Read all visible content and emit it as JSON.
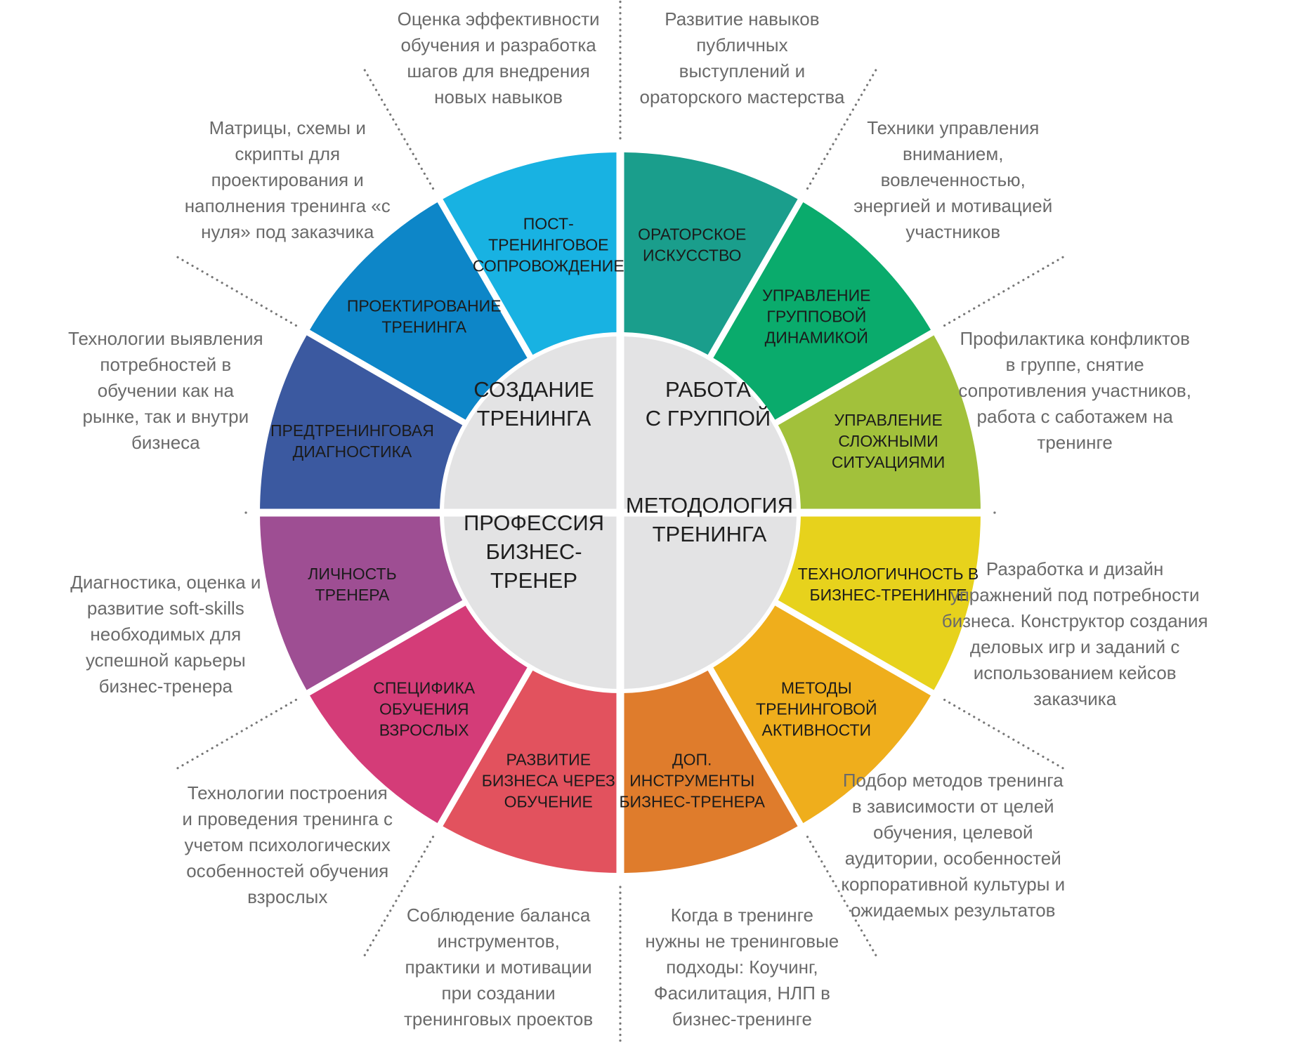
{
  "quadrants": [
    {
      "label": "СОЗДАНИЕ\nТРЕНИНГА"
    },
    {
      "label": "РАБОТА\nС ГРУППОЙ"
    },
    {
      "label": "ПРОФЕССИЯ\nБИЗНЕС-\nТРЕНЕР"
    },
    {
      "label": "МЕТОДОЛОГИЯ\nТРЕНИНГА"
    }
  ],
  "segments": [
    {
      "label": "ОРАТОРСКОЕ\nИСКУССТВО",
      "color": "#1a9e8c",
      "annotation": "Развитие навыков\nпубличных\nвыступлений и\nораторского мастерства"
    },
    {
      "label": "УПРАВЛЕНИЕ\nГРУППОВОЙ\nДИНАМИКОЙ",
      "color": "#0aab6c",
      "annotation": "Техники управления\nвниманием,\nвовлеченностью,\nэнергией и мотивацией\nучастников"
    },
    {
      "label": "УПРАВЛЕНИЕ\nСЛОЖНЫМИ\nСИТУАЦИЯМИ",
      "color": "#a2c13b",
      "annotation": "Профилактика конфликтов\nв группе, снятие\nсопротивления участников,\nработа с саботажем на\nтренинге"
    },
    {
      "label": "ТЕХНОЛОГИЧНОСТЬ В\nБИЗНЕС-ТРЕНИНГЕ",
      "color": "#e7d21c",
      "annotation": "Разработка и дизайн\nупражнений под потребности\nбизнеса. Конструктор создания\nделовых игр и заданий с\nиспользованием кейсов\nзаказчика"
    },
    {
      "label": "МЕТОДЫ\nТРЕНИНГОВОЙ\nАКТИВНОСТИ",
      "color": "#efae1c",
      "annotation": "Подбор методов тренинга\nв зависимости от целей\nобучения, целевой\nаудитории, особенностей\nкорпоративной культуры и\nожидаемых результатов"
    },
    {
      "label": "ДОП.\nИНСТРУМЕНТЫ\nБИЗНЕС-ТРЕНЕРА",
      "color": "#df7c2c",
      "annotation": "Когда в тренинге\nнужны не тренинговые\nподходы: Коучинг,\nФасилитация, НЛП в\nбизнес-тренинге"
    },
    {
      "label": "РАЗВИТИЕ\nБИЗНЕСА ЧЕРЕЗ\nОБУЧЕНИЕ",
      "color": "#e2525e",
      "annotation": "Соблюдение баланса\nинструментов,\nпрактики и мотивации\nпри создании\nтренинговых проектов"
    },
    {
      "label": "СПЕЦИФИКА\nОБУЧЕНИЯ\nВЗРОСЛЫХ",
      "color": "#d43c78",
      "annotation": "Технологии построения\nи проведения тренинга с\nучетом психологических\nособенностей обучения\nвзрослых"
    },
    {
      "label": "ЛИЧНОСТЬ\nТРЕНЕРА",
      "color": "#9e4e93",
      "annotation": "Диагностика, оценка и\nразвитие soft-skills\nнеобходимых для\nуспешной карьеры\nбизнес-тренера"
    },
    {
      "label": "ПРЕДТРЕНИНГОВАЯ\nДИАГНОСТИКА",
      "color": "#3b59a0",
      "annotation": "Технологии выявления\nпотребностей в\nобучении как на\nрынке, так и внутри\nбизнеса"
    },
    {
      "label": "ПРОЕКТИРОВАНИЕ\nТРЕНИНГА",
      "color": "#0d86c8",
      "annotation": "Матрицы, схемы и\nскрипты для\nпроектирования и\nнаполнения тренинга «с\nнуля» под заказчика"
    },
    {
      "label": "ПОСТ-\nТРЕНИНГОВОЕ\nСОПРОВОЖДЕНИЕ",
      "color": "#18b2e2",
      "annotation": "Оценка эффективности\nобучения и разработка\nшагов для внедрения\nновых навыков"
    }
  ],
  "colors": {
    "center_fill": "#e3e3e4",
    "separator": "#ffffff",
    "dotted_line": "#777777"
  }
}
